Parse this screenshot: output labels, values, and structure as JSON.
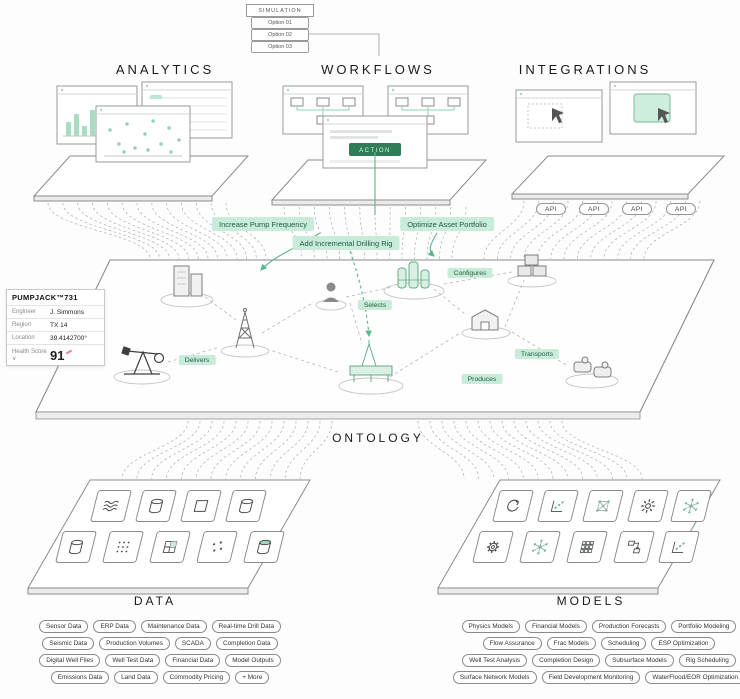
{
  "simulation": {
    "title": "SIMULATION",
    "options": [
      "Option 01",
      "Option 02",
      "Option 03"
    ]
  },
  "headers": {
    "analytics": "ANALYTICS",
    "workflows": "WORKFLOWS",
    "integrations": "INTEGRATIONS",
    "ontology": "ONTOLOGY",
    "data": "DATA",
    "models": "MODELS"
  },
  "actions": {
    "pump": "Increase Pump Frequency",
    "portfolio": "Optimize Asset Portfolio",
    "rig": "Add Incremental Drilling Rig"
  },
  "flow_labels": {
    "configures": "Configures",
    "selects": "Selects",
    "delivers": "Delivers",
    "transports": "Transports",
    "produces": "Produces"
  },
  "api_pills": [
    "API",
    "API",
    "API",
    "API"
  ],
  "workflow_window": {
    "button": "ACTION"
  },
  "card": {
    "title": "PUMPJACK™731",
    "rows": [
      {
        "label": "Engineer",
        "value": "J. Simmons"
      },
      {
        "label": "Region",
        "value": "TX 14"
      },
      {
        "label": "Location",
        "value": "39.4142700°"
      },
      {
        "label": "Health Score ∨",
        "value": "91"
      }
    ]
  },
  "data_pills": [
    [
      "Sensor Data",
      "ERP Data",
      "Maintenance Data",
      "Real-time Drill Data"
    ],
    [
      "Seismic Data",
      "Production Volumes",
      "SCADA",
      "Completion Data"
    ],
    [
      "Digital Well Files",
      "Well Test Data",
      "Financial Data",
      "Model Outputs"
    ],
    [
      "Emissions Data",
      "Land Data",
      "Commodity Pricing",
      "+  More"
    ]
  ],
  "model_pills": [
    [
      "Physics Models",
      "Financial Models",
      "Production Forecasts",
      "Portfolio Modeling"
    ],
    [
      "Flow Assurance",
      "Frac Models",
      "Scheduling",
      "ESP Optimization"
    ],
    [
      "Well Test Analysis",
      "Completion Design",
      "Subsurface Models",
      "Rig Scheduling"
    ],
    [
      "Surface Network Models",
      "Field Development Monitoring",
      "WaterFlood/EOR Optimization"
    ]
  ],
  "icons": {
    "data": [
      "waves",
      "cylinder",
      "square",
      "cylinder",
      "cylinder",
      "dot-grid",
      "quadrant",
      "scatter-dots",
      "cylinder-highlight"
    ],
    "models": [
      "cycle-arrows",
      "scatter-plot",
      "node-grid",
      "gear-flower",
      "network-hub",
      "gear",
      "network-hub",
      "dot-matrix",
      "flow-arrows",
      "scatter-plot"
    ]
  },
  "colors": {
    "accent_green": "#79c9a4",
    "pill_green_bg": "#c9ecda",
    "pill_green_text": "#1d5c41",
    "button_green": "#2e7d57",
    "line_gray": "#a8adb3",
    "health_accent": "#ef7bae"
  }
}
